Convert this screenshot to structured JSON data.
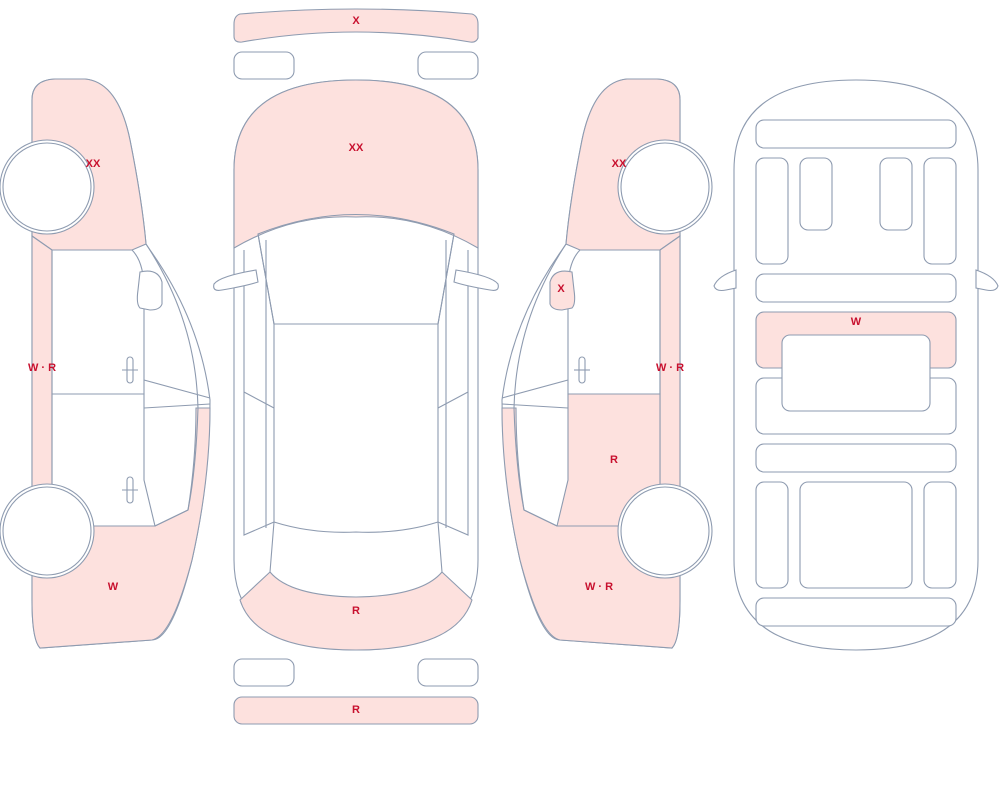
{
  "colors": {
    "damage_fill": "#fde1de",
    "outline": "#8e9bb0",
    "label": "#c8102e",
    "background": "#ffffff"
  },
  "labels": {
    "roof_front_strip": "X",
    "hood": "XX",
    "rear_bumper_top": "R",
    "rear_strip": "R",
    "left_front_fender": "XX",
    "left_rocker": "W · R",
    "left_rear_quarter": "W",
    "right_front_fender": "XX",
    "right_mirror": "X",
    "right_rocker": "W · R",
    "right_rear_door": "R",
    "right_rear_quarter": "W · R",
    "underbody_panel": "W"
  }
}
